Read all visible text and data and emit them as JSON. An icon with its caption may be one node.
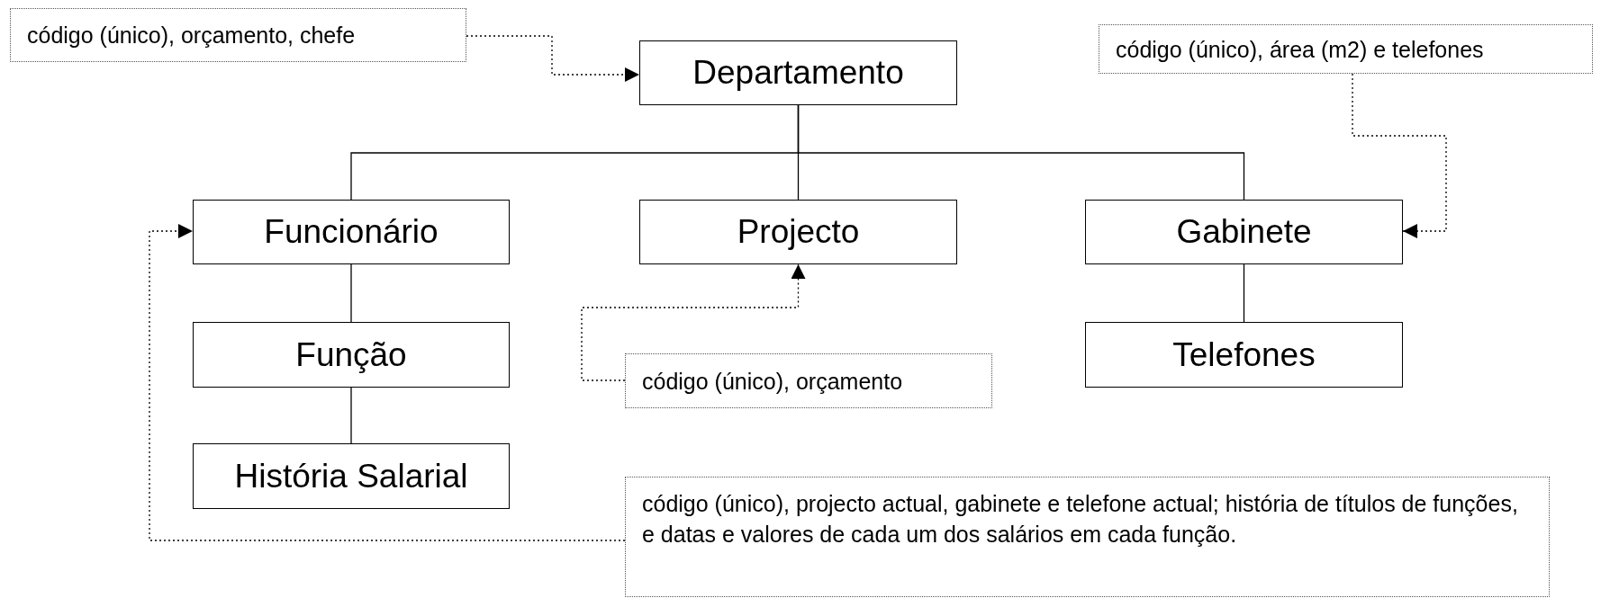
{
  "diagram": {
    "nodes": [
      {
        "text": [
          "código (único), orçamento, chefe"
        ]
      },
      {
        "text": [
          "Departamento"
        ]
      },
      {
        "text": [
          "código (único), área (m2) e telefones"
        ]
      },
      {
        "text": [
          "Funcionário"
        ]
      },
      {
        "text": [
          "Projecto"
        ]
      },
      {
        "text": [
          "Gabinete"
        ]
      },
      {
        "text": [
          "Função"
        ]
      },
      {
        "text": [
          "Telefones"
        ]
      },
      {
        "text": [
          "código (único), orçamento"
        ]
      },
      {
        "text": [
          "História Salarial"
        ]
      },
      {
        "text": [
          "código (único), projecto actual, gabinete e telefone actual; história de títulos de funções, e datas e valores de cada um dos salários em cada função."
        ]
      }
    ],
    "edges": [
      {
        "from": 0,
        "to": 1,
        "arrow": "to",
        "style": "dashed"
      },
      {
        "from": 1,
        "to": 3,
        "arrow": "none"
      },
      {
        "from": 1,
        "to": 4,
        "arrow": "none"
      },
      {
        "from": 1,
        "to": 5,
        "arrow": "none"
      },
      {
        "from": 2,
        "to": 5,
        "arrow": "to",
        "style": "dashed"
      },
      {
        "from": 3,
        "to": 6,
        "arrow": "none"
      },
      {
        "from": 5,
        "to": 7,
        "arrow": "none"
      },
      {
        "from": 8,
        "to": 4,
        "arrow": "to",
        "style": "dashed"
      },
      {
        "from": 6,
        "to": 9,
        "arrow": "none"
      },
      {
        "from": 10,
        "to": 3,
        "arrow": "to",
        "style": "dashed"
      }
    ]
  }
}
